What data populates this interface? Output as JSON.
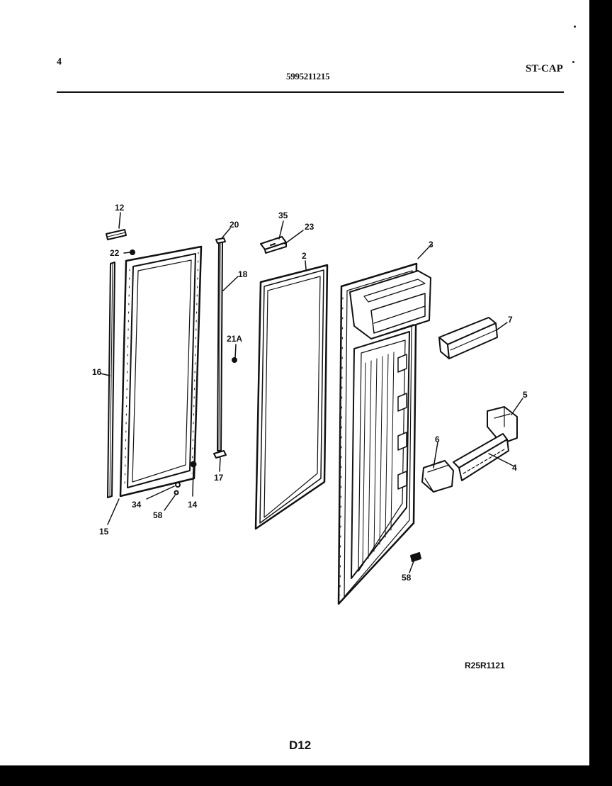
{
  "header": {
    "page_number": "4",
    "model_number": "5995211215",
    "brand_code": "ST-CAP"
  },
  "diagram": {
    "reference_code": "R25R1121",
    "page_code": "D12",
    "callouts": [
      {
        "id": "c12",
        "label": "12"
      },
      {
        "id": "c22",
        "label": "22"
      },
      {
        "id": "c16",
        "label": "16"
      },
      {
        "id": "c15",
        "label": "15"
      },
      {
        "id": "c34",
        "label": "34"
      },
      {
        "id": "c58a",
        "label": "58"
      },
      {
        "id": "c14",
        "label": "14"
      },
      {
        "id": "c20",
        "label": "20"
      },
      {
        "id": "c18",
        "label": "18"
      },
      {
        "id": "c21a",
        "label": "21A"
      },
      {
        "id": "c17",
        "label": "17"
      },
      {
        "id": "c35",
        "label": "35"
      },
      {
        "id": "c23",
        "label": "23"
      },
      {
        "id": "c2",
        "label": "2"
      },
      {
        "id": "c3",
        "label": "3"
      },
      {
        "id": "c7",
        "label": "7"
      },
      {
        "id": "c5",
        "label": "5"
      },
      {
        "id": "c6",
        "label": "6"
      },
      {
        "id": "c4",
        "label": "4"
      },
      {
        "id": "c58b",
        "label": "58"
      }
    ]
  }
}
